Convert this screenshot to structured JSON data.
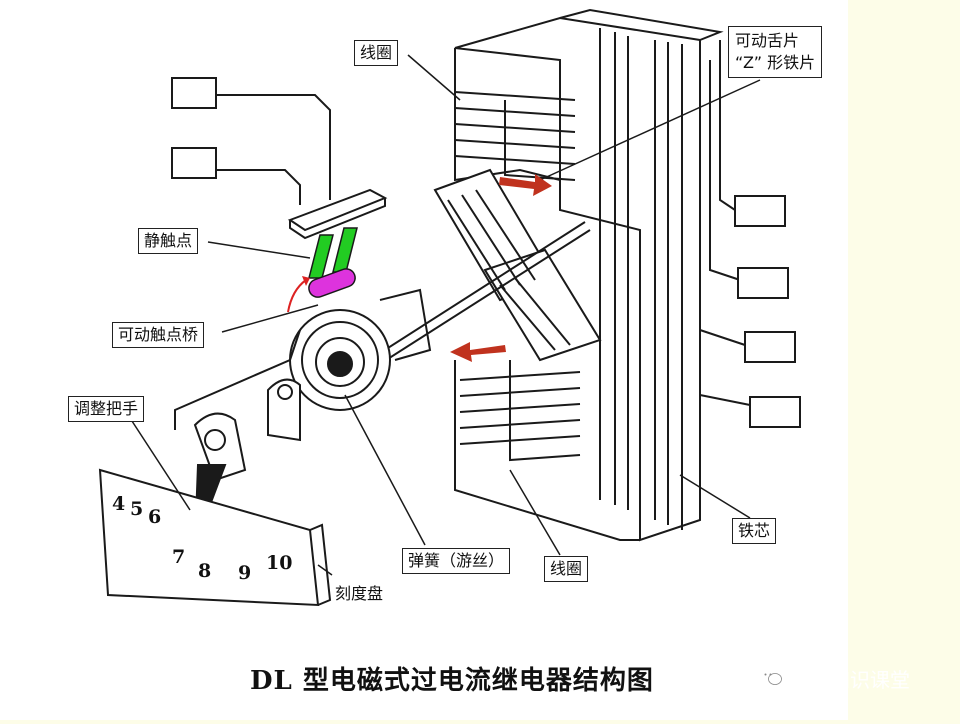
{
  "title": "DL 型电磁式过电流继电器结构图",
  "watermark": "电力知识课堂",
  "labels": {
    "coil_top": "线圈",
    "movable_tongue_line1": "可动舌片",
    "movable_tongue_line2": "“Z” 形铁片",
    "static_contact": "静触点",
    "movable_contact_bridge": "可动触点桥",
    "adjust_handle": "调整把手",
    "spring": "弹簧（游丝）",
    "coil_bottom": "线圈",
    "iron_core": "铁芯",
    "dial": "刻度盘"
  },
  "dial_numbers": [
    "4",
    "5",
    "6",
    "7",
    "8",
    "9",
    "10"
  ],
  "colors": {
    "background": "#fdfde8",
    "panel": "#ffffff",
    "line": "#1a1a1a",
    "arrow": "#c0321e",
    "static_contact": "#22cc22",
    "contact_bridge": "#dd33dd"
  }
}
